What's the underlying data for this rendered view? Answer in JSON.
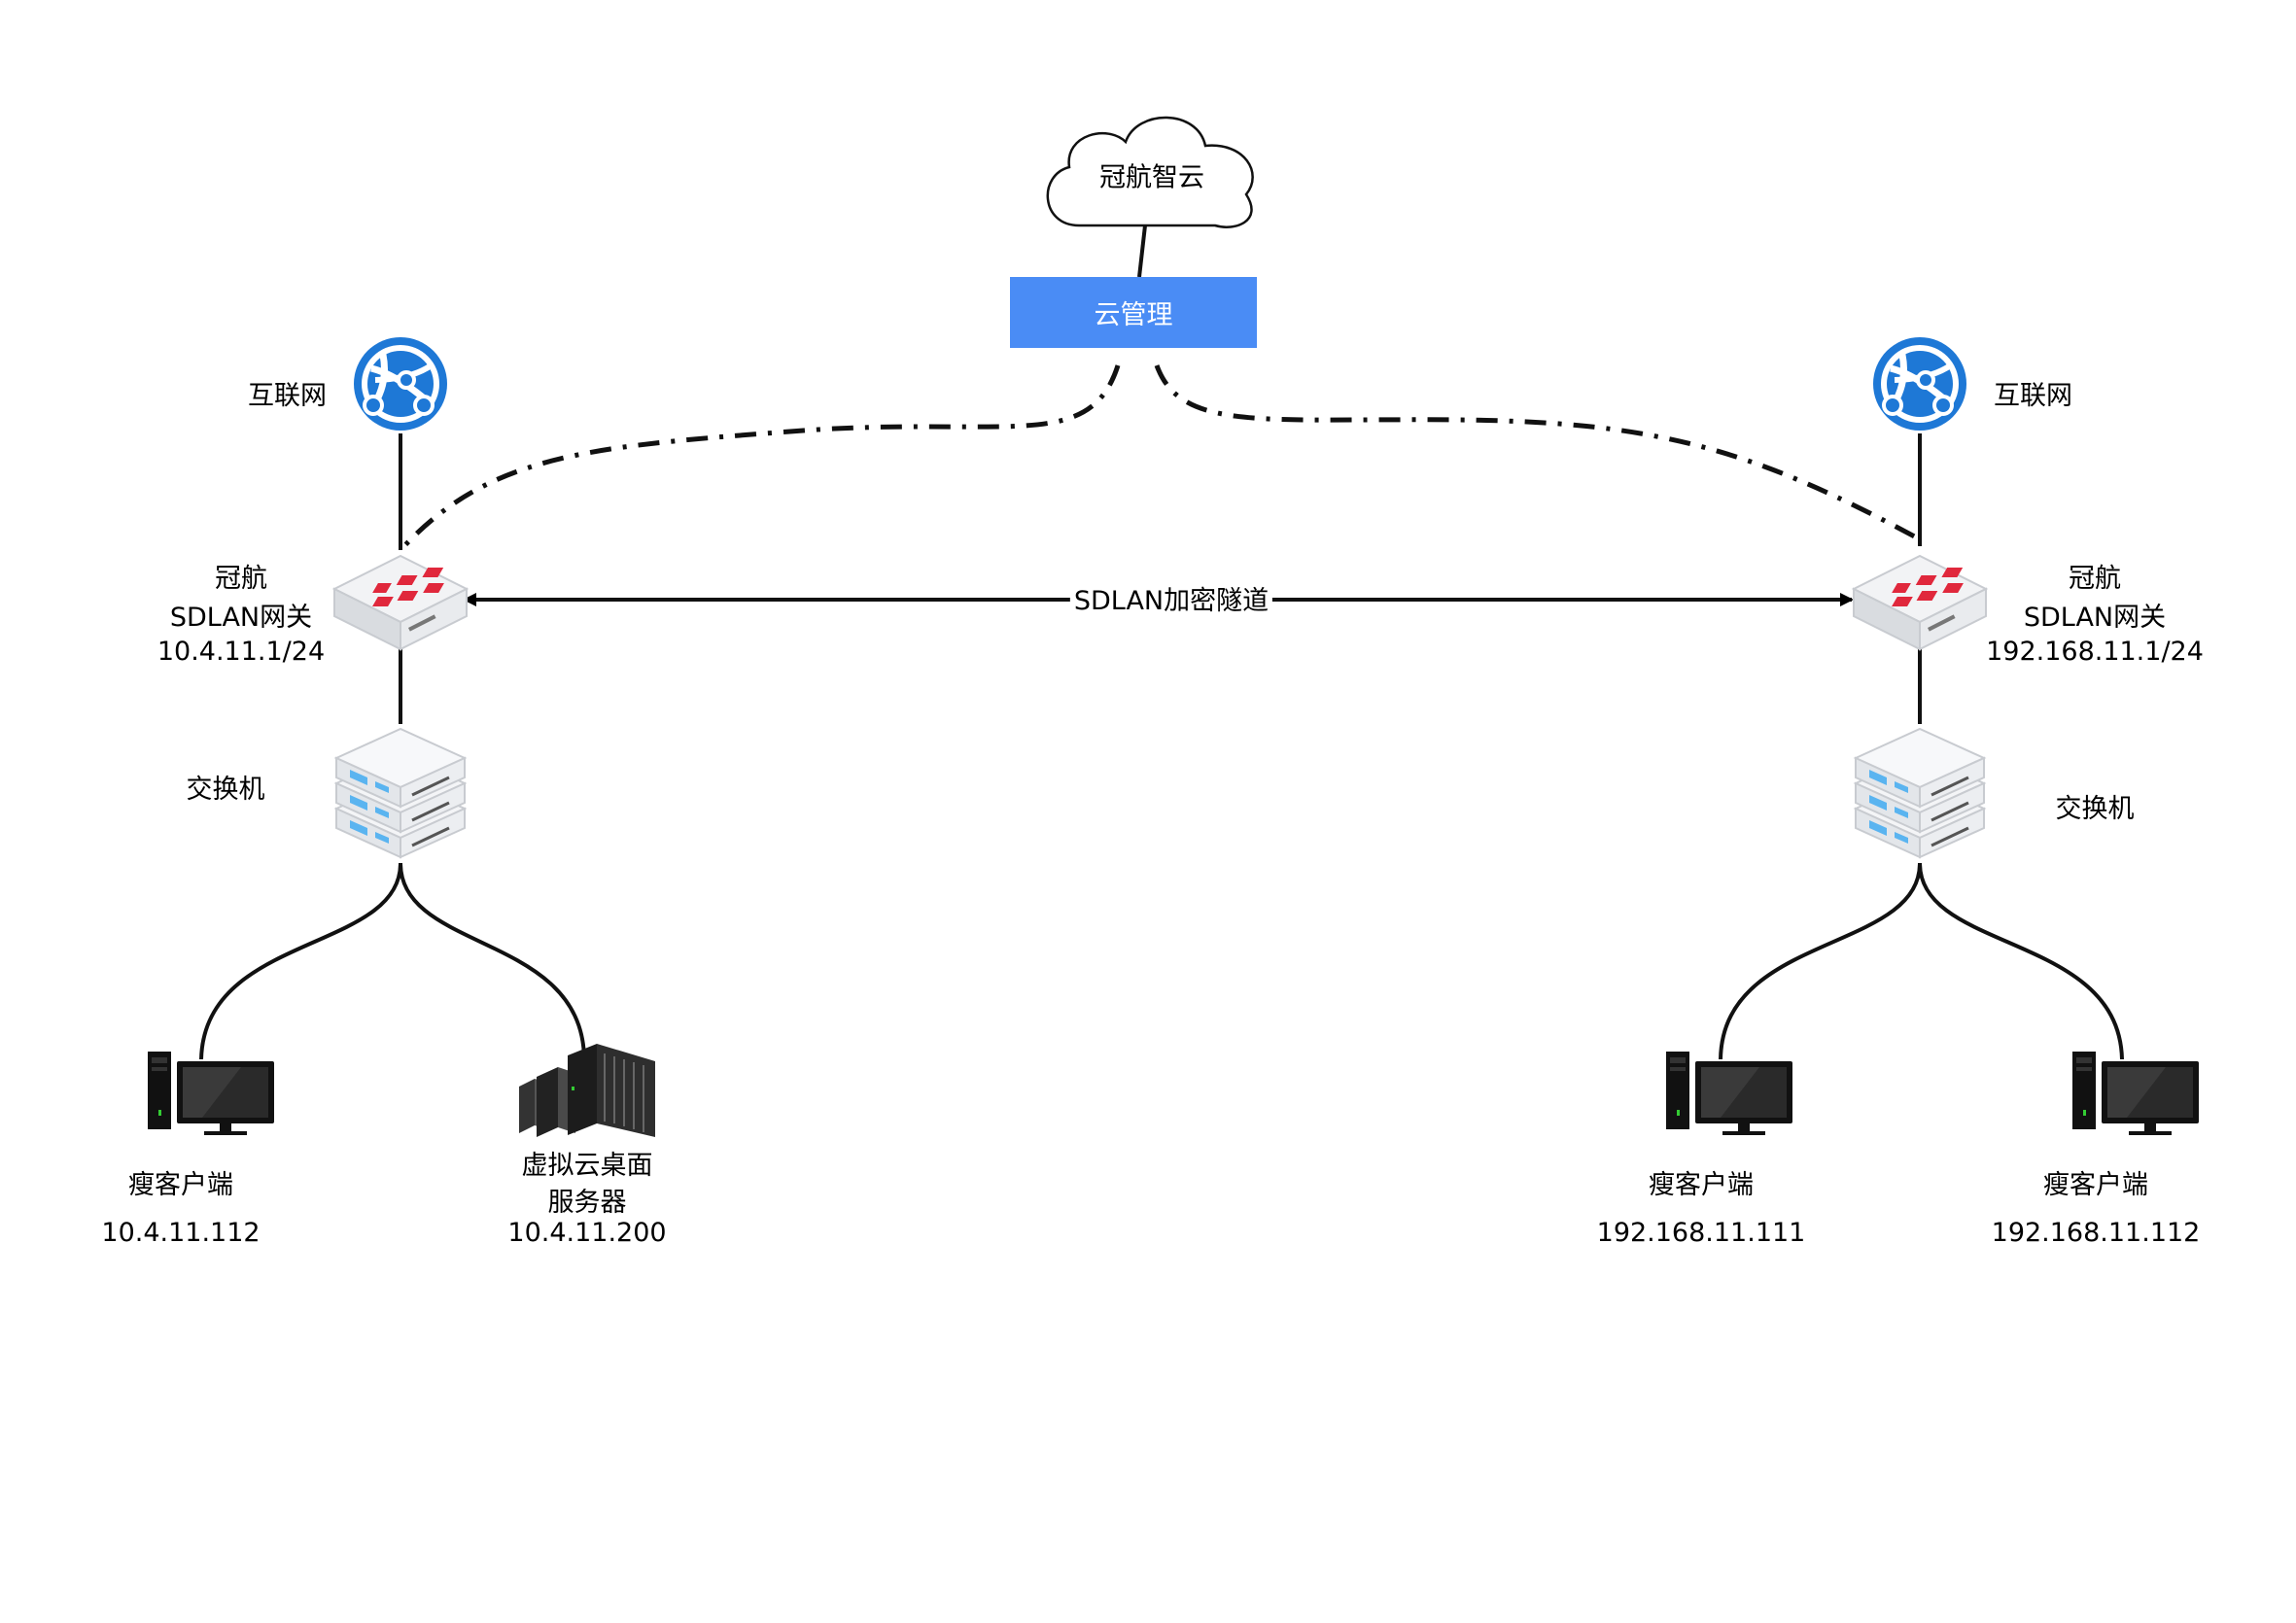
{
  "cloud": {
    "label": "冠航智云"
  },
  "management": {
    "label": "云管理"
  },
  "tunnel": {
    "label": "SDLAN加密隧道"
  },
  "left_site": {
    "internet_label": "互联网",
    "gateway_lines": [
      "冠航",
      "SDLAN网关",
      "10.4.11.1/24"
    ],
    "switch_label": "交换机",
    "devices": [
      {
        "name": "瘦客户端",
        "ip": "10.4.11.112",
        "icon": "desktop-computer-icon"
      },
      {
        "name_lines": [
          "虚拟云桌面",
          "服务器"
        ],
        "ip": "10.4.11.200",
        "icon": "server-rack-icon"
      }
    ]
  },
  "right_site": {
    "internet_label": "互联网",
    "gateway_lines": [
      "冠航",
      "SDLAN网关",
      "192.168.11.1/24"
    ],
    "switch_label": "交换机",
    "devices": [
      {
        "name": "瘦客户端",
        "ip": "192.168.11.111",
        "icon": "desktop-computer-icon"
      },
      {
        "name": "瘦客户端",
        "ip": "192.168.11.112",
        "icon": "desktop-computer-icon"
      }
    ]
  },
  "colors": {
    "management_box": "#4a8cf5",
    "internet_globe": "#1e78d6",
    "firewall_accent": "#e0283c",
    "switch_port": "#5ab4f0"
  }
}
